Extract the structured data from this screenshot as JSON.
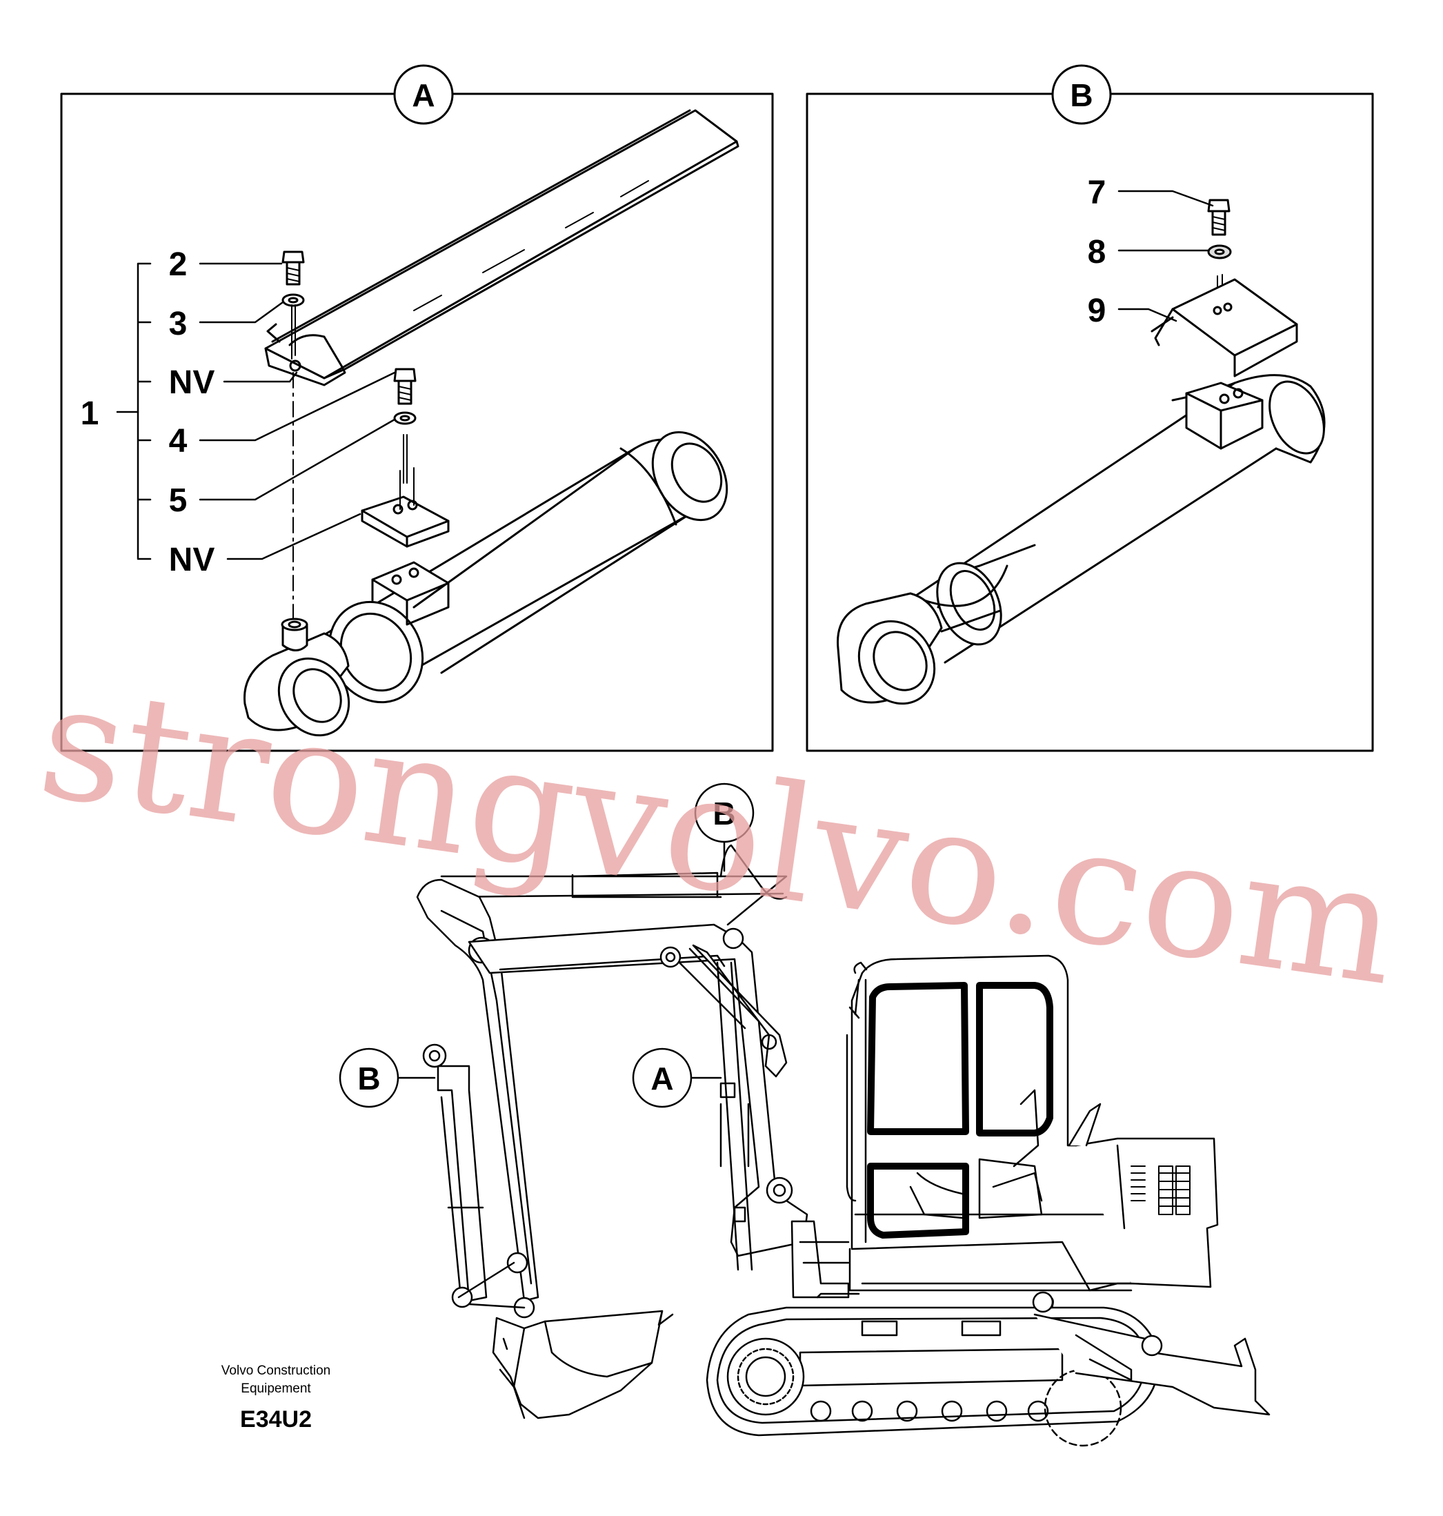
{
  "panels": {
    "a": {
      "tag": "A",
      "labels": {
        "bracket": "1",
        "item2": "2",
        "item3": "3",
        "nv_upper": "NV",
        "item4": "4",
        "item5": "5",
        "nv_lower": "NV"
      }
    },
    "b": {
      "tag": "B",
      "labels": {
        "item7": "7",
        "item8": "8",
        "item9": "9"
      }
    }
  },
  "machine": {
    "callout_top": "B",
    "callout_left": "B",
    "callout_mid": "A"
  },
  "footer": {
    "maker_line1": "Volvo Construction",
    "maker_line2": "Equipement",
    "code": "E34U2"
  },
  "watermark": {
    "text": "strongvolvo.com",
    "color": "#e8a0a0"
  }
}
